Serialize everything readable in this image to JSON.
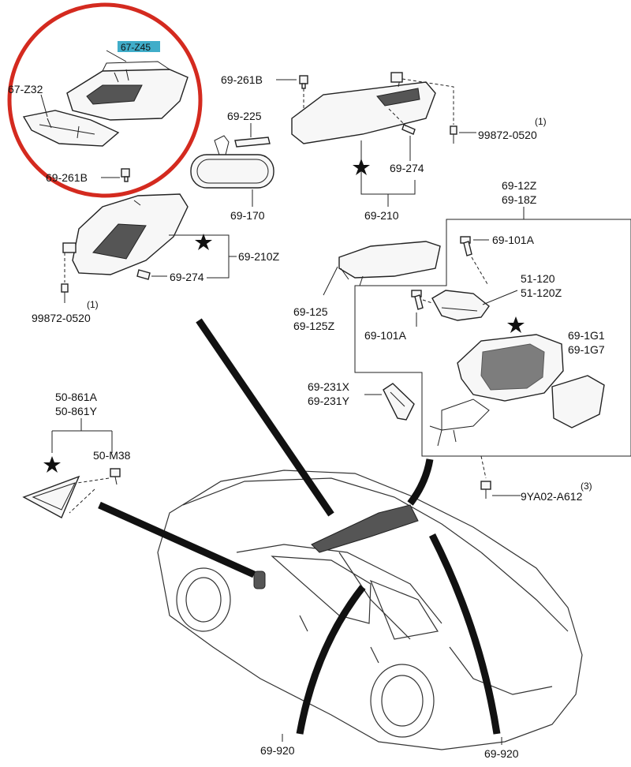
{
  "colors": {
    "highlight_circle": "#d42a1f",
    "line": "#222222",
    "band": "#111111",
    "part_fill": "#f7f7f7"
  },
  "labels": {
    "top_label": "67-Z45",
    "p67z32": "67-Z32",
    "p69261b_a": "69-261B",
    "p69261b_b": "69-261B",
    "p69225": "69-225",
    "p69170": "69-170",
    "p69274_a": "69-274",
    "p69274_b": "69-274",
    "p69210": "69-210",
    "p69210z": "69-210Z",
    "p99872_a": "99872-0520",
    "p99872_a_qty": "(1)",
    "p99872_b": "99872-0520",
    "p99872_b_qty": "(1)",
    "p6912z": "69-12Z",
    "p6918z": "69-18Z",
    "p69101a_a": "69-101A",
    "p69101a_b": "69-101A",
    "p51120": "51-120",
    "p51120z": "51-120Z",
    "p69125": "69-125",
    "p69125z": "69-125Z",
    "p691g1": "69-1G1",
    "p691g7": "69-1G7",
    "p69231x": "69-231X",
    "p69231y": "69-231Y",
    "p50861a": "50-861A",
    "p50861y": "50-861Y",
    "p50m38": "50-M38",
    "p9ya02": "9YA02-A612",
    "p9ya02_qty": "(3)",
    "p69920_a": "69-920",
    "p69920_b": "69-920"
  }
}
